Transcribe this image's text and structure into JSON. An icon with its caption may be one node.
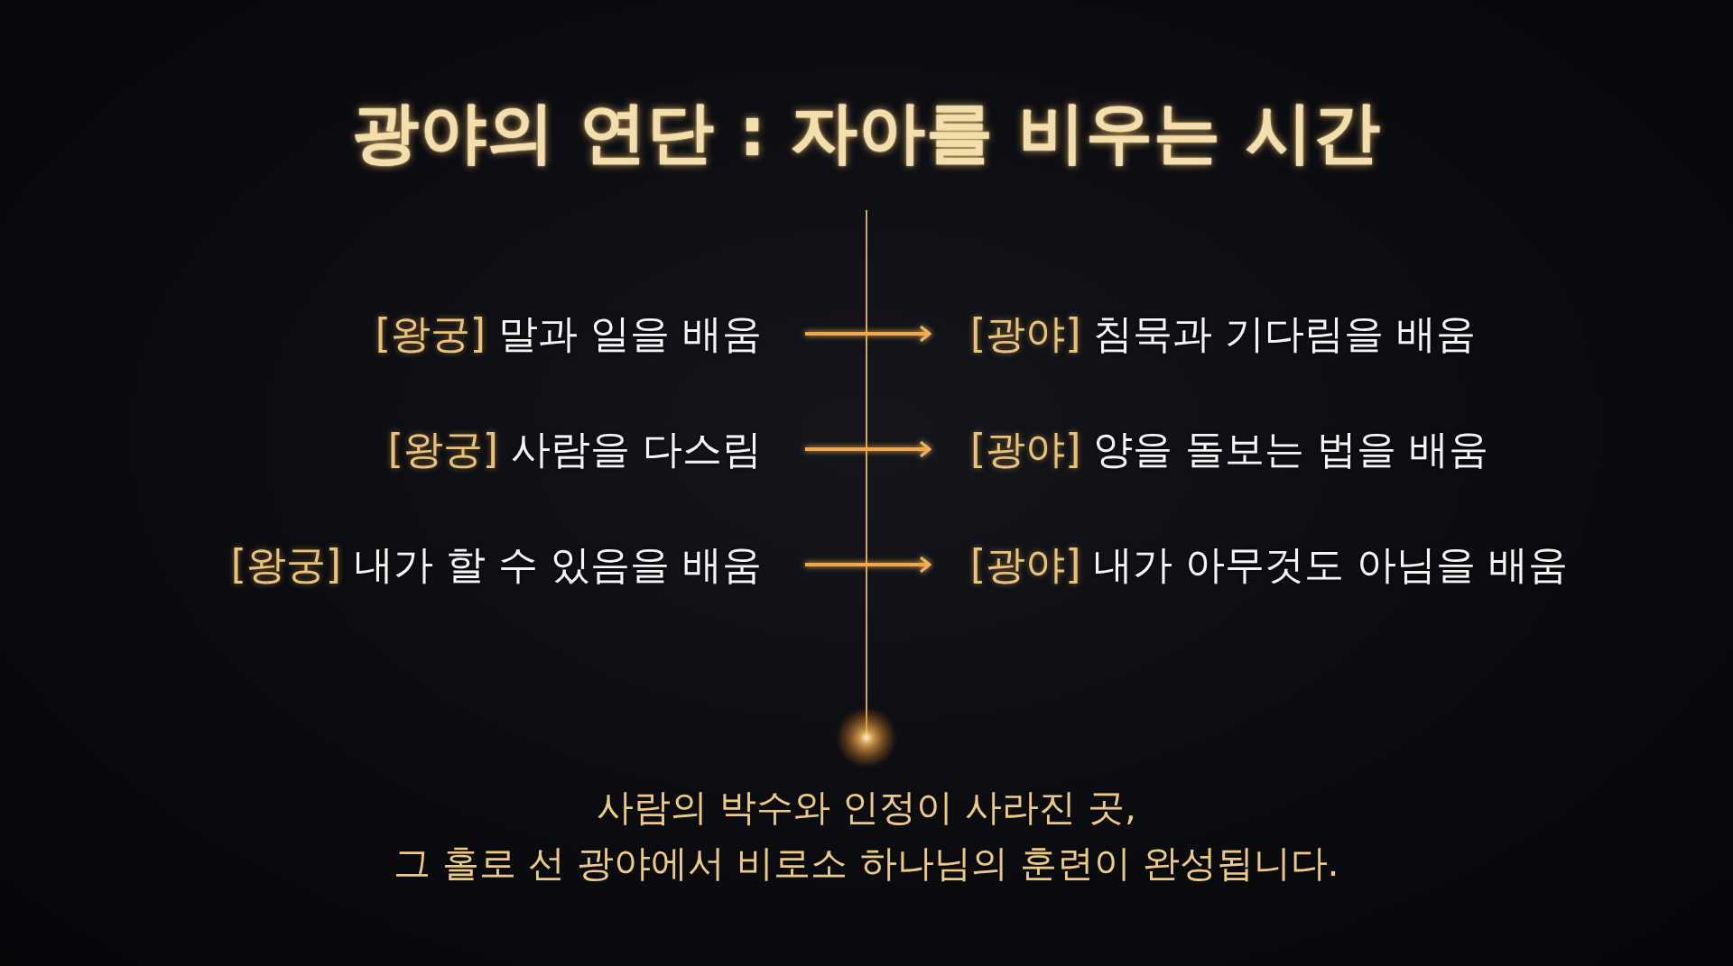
{
  "diagram": {
    "title": "광야의 연단 : 자아를 비우는 시간",
    "nodes": [
      {
        "text": [
          "[왕궁]",
          "말과 일을 배움"
        ]
      },
      {
        "text": [
          "[광야]",
          "침묵과 기다림을 배움"
        ]
      },
      {
        "text": [
          "[왕궁]",
          "사람을 다스림"
        ]
      },
      {
        "text": [
          "[광야]",
          "양을 돌보는 법을 배움"
        ]
      },
      {
        "text": [
          "[왕궁]",
          "내가 할 수 있음을 배움"
        ]
      },
      {
        "text": [
          "[광야]",
          "내가 아무것도 아님을 배움"
        ]
      }
    ],
    "edges": [
      {
        "from": 0,
        "to": 1,
        "arrow": "to"
      },
      {
        "from": 2,
        "to": 3,
        "arrow": "to"
      },
      {
        "from": 4,
        "to": 5,
        "arrow": "to"
      }
    ],
    "labels": [
      "사람의 박수와 인정이 사라진 곳,",
      "그 홀로 선 광야에서 비로소 하나님의 훈련이 완성됩니다."
    ]
  }
}
